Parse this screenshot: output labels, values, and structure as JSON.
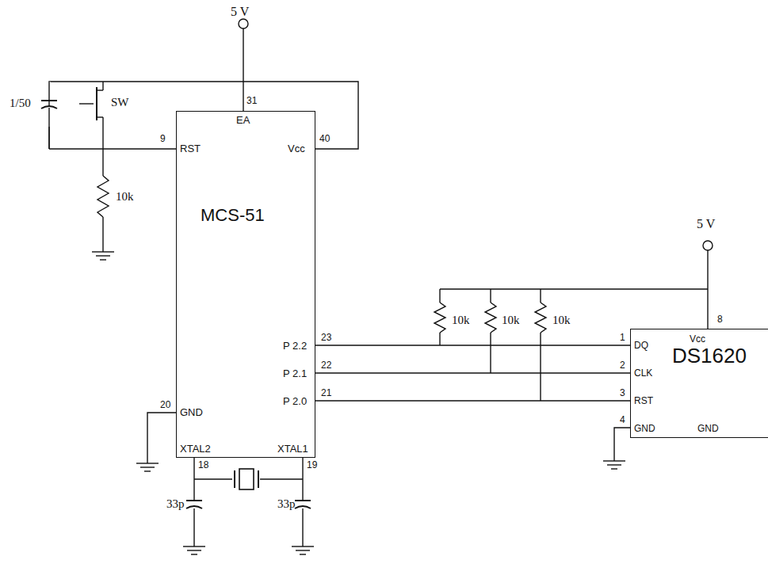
{
  "diagram": {
    "nodes": [
      {
        "text": [
          "MCS-51"
        ]
      },
      {
        "text": [
          "DS1620"
        ]
      }
    ],
    "edges": [
      {
        "from": 0,
        "to": 1,
        "arrow": "none"
      },
      {
        "from": 0,
        "to": 1,
        "arrow": "none"
      },
      {
        "from": 0,
        "to": 1,
        "arrow": "none"
      }
    ],
    "labels": [
      "5 V",
      "31",
      "EA",
      "1/50",
      "SW",
      "9",
      "RST",
      "40",
      "Vcc",
      "10k",
      "5 V",
      "10k",
      "10k",
      "10k",
      "8",
      "Vcc",
      "23",
      "P 2.2",
      "22",
      "P 2.1",
      "21",
      "P 2.0",
      "1",
      "DQ",
      "2",
      "CLK",
      "3",
      "RST",
      "4",
      "GND",
      "GND",
      "20",
      "GND",
      "XTAL2",
      "XTAL1",
      "18",
      "19",
      "33p",
      "33p"
    ]
  }
}
